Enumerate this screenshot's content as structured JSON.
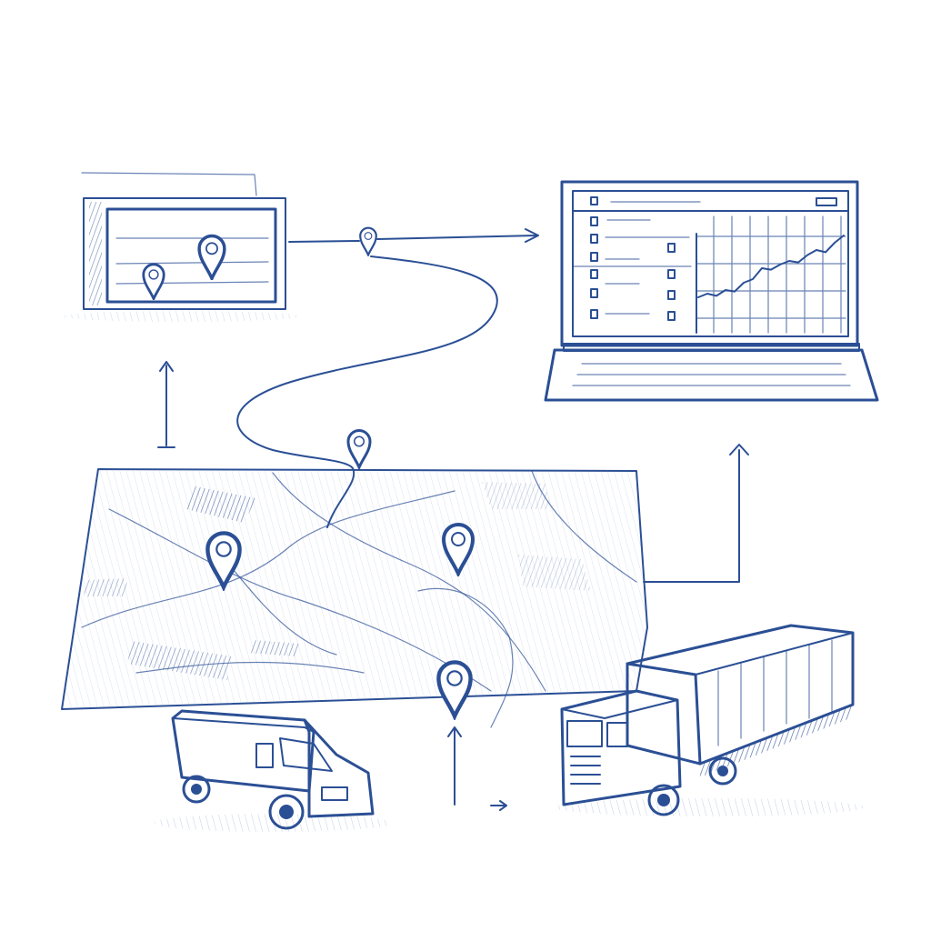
{
  "colors": {
    "ink": "#2b4f95",
    "light_ink": "#6d8cc4",
    "paper": "#ffffff",
    "shade": "#dbe4f3"
  },
  "chart_trend": [
    0.1,
    0.15,
    0.12,
    0.2,
    0.18,
    0.3,
    0.35,
    0.5,
    0.48,
    0.55,
    0.6,
    0.58,
    0.68,
    0.75,
    0.72,
    0.85,
    0.95
  ]
}
